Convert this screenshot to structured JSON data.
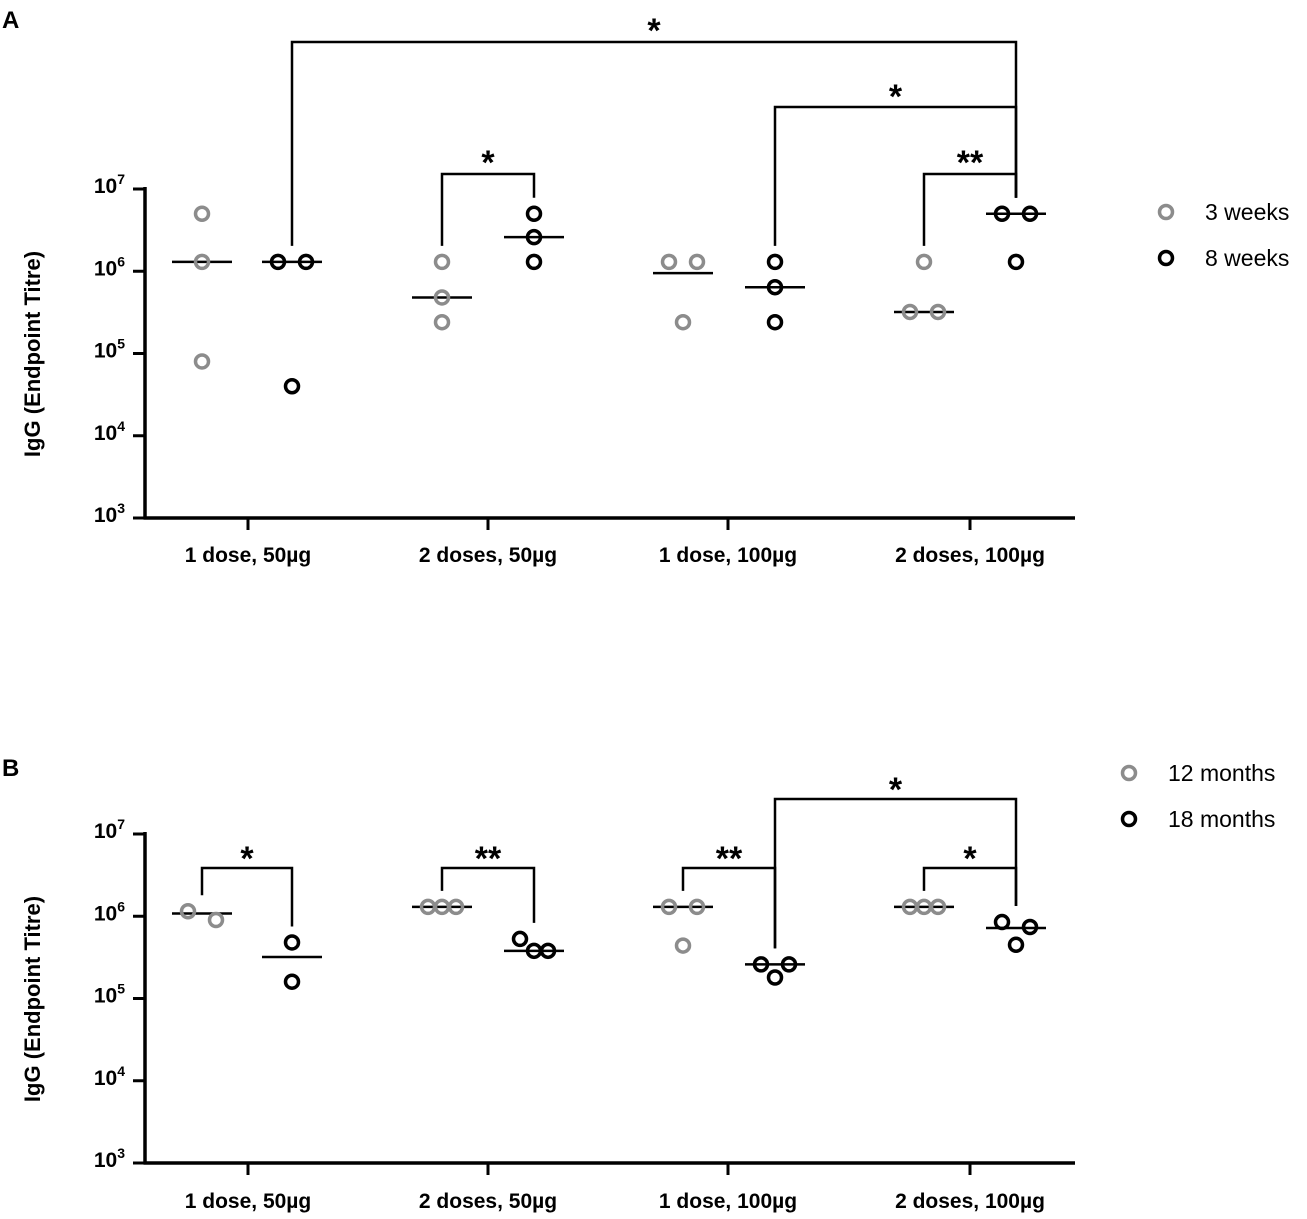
{
  "colors": {
    "early": "#8c8c8c",
    "late": "#000000"
  },
  "chart_data": [
    {
      "panel": "A",
      "type": "scatter",
      "ylabel": "IgG (Endpoint Titre)",
      "yscale": "log",
      "ylim": [
        1000,
        10000000
      ],
      "yticks": [
        {
          "value": 1000,
          "base": "10",
          "exp": "3"
        },
        {
          "value": 10000,
          "base": "10",
          "exp": "4"
        },
        {
          "value": 100000,
          "base": "10",
          "exp": "5"
        },
        {
          "value": 1000000,
          "base": "10",
          "exp": "6"
        },
        {
          "value": 10000000,
          "base": "10",
          "exp": "7"
        }
      ],
      "categories": [
        "1 dose, 50µg",
        "2 doses, 50µg",
        "1 dose, 100µg",
        "2 doses, 100µg"
      ],
      "legend_position": "right",
      "series": [
        {
          "name": "3 weeks",
          "color": "#8c8c8c",
          "points": [
            [
              5000000,
              1300000,
              80000
            ],
            [
              1300000,
              480000,
              240000
            ],
            [
              1300000,
              1300000,
              240000
            ],
            [
              1300000,
              320000,
              320000
            ]
          ],
          "medians": [
            1300000,
            480000,
            950000,
            320000
          ]
        },
        {
          "name": "8 weeks",
          "color": "#000000",
          "points": [
            [
              1300000,
              1300000,
              40000
            ],
            [
              5000000,
              2600000,
              1300000
            ],
            [
              1300000,
              640000,
              240000
            ],
            [
              5000000,
              5000000,
              1300000
            ]
          ],
          "medians": [
            1300000,
            2600000,
            640000,
            5000000
          ]
        }
      ],
      "annotations": [
        {
          "from": [
            0,
            1
          ],
          "to": [
            3,
            1
          ],
          "label": "*"
        },
        {
          "from": [
            2,
            1
          ],
          "to": [
            3,
            1
          ],
          "label": "*"
        },
        {
          "from": [
            3,
            0
          ],
          "to": [
            3,
            1
          ],
          "label": "**"
        },
        {
          "from": [
            1,
            0
          ],
          "to": [
            1,
            1
          ],
          "label": "*"
        }
      ]
    },
    {
      "panel": "B",
      "type": "scatter",
      "ylabel": "IgG (Endpoint Titre)",
      "yscale": "log",
      "ylim": [
        1000,
        10000000
      ],
      "yticks": [
        {
          "value": 1000,
          "base": "10",
          "exp": "3"
        },
        {
          "value": 10000,
          "base": "10",
          "exp": "4"
        },
        {
          "value": 100000,
          "base": "10",
          "exp": "5"
        },
        {
          "value": 1000000,
          "base": "10",
          "exp": "6"
        },
        {
          "value": 10000000,
          "base": "10",
          "exp": "7"
        }
      ],
      "categories": [
        "1 dose, 50µg",
        "2 doses, 50µg",
        "1 dose, 100µg",
        "2 doses, 100µg"
      ],
      "legend_position": "top-right",
      "series": [
        {
          "name": "12 months",
          "color": "#8c8c8c",
          "points": [
            [
              1150000,
              900000
            ],
            [
              1300000,
              1300000,
              1300000
            ],
            [
              1300000,
              1300000,
              440000
            ],
            [
              1300000,
              1300000,
              1300000
            ]
          ],
          "medians": [
            1080000,
            1300000,
            1300000,
            1300000
          ]
        },
        {
          "name": "18 months",
          "color": "#000000",
          "points": [
            [
              480000,
              160000
            ],
            [
              530000,
              380000,
              380000
            ],
            [
              260000,
              260000,
              180000
            ],
            [
              850000,
              740000,
              450000
            ]
          ],
          "medians": [
            320000,
            380000,
            260000,
            720000
          ]
        }
      ],
      "annotations": [
        {
          "from": [
            0,
            0
          ],
          "to": [
            0,
            1
          ],
          "label": "*"
        },
        {
          "from": [
            1,
            0
          ],
          "to": [
            1,
            1
          ],
          "label": "**"
        },
        {
          "from": [
            2,
            0
          ],
          "to": [
            2,
            1
          ],
          "label": "**"
        },
        {
          "from": [
            2,
            1
          ],
          "to": [
            3,
            1
          ],
          "label": "*"
        },
        {
          "from": [
            3,
            0
          ],
          "to": [
            3,
            1
          ],
          "label": "*"
        }
      ]
    }
  ]
}
